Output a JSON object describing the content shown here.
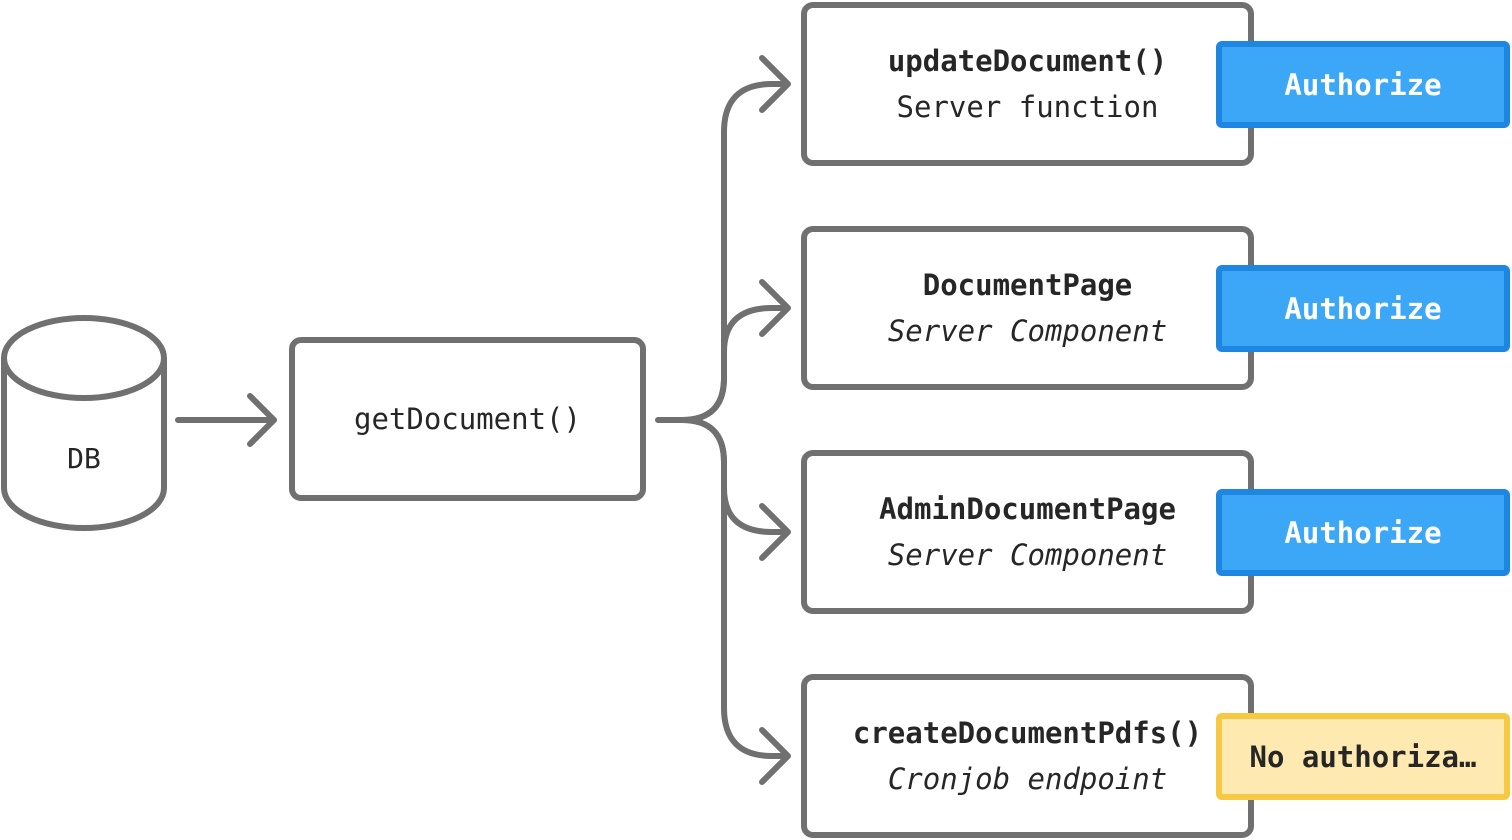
{
  "database": {
    "label": "DB"
  },
  "source_function": {
    "label": "getDocument()"
  },
  "consumers": [
    {
      "name": "updateDocument()",
      "kind": "Server function",
      "status": "Authorize"
    },
    {
      "name": "DocumentPage",
      "kind": "Server Component",
      "status": "Authorize"
    },
    {
      "name": "AdminDocumentPage",
      "kind": "Server Component",
      "status": "Authorize"
    },
    {
      "name": "createDocumentPdfs()",
      "kind": "Cronjob endpoint",
      "status": "No authoriza…"
    }
  ],
  "colors": {
    "line": "#707070",
    "authorize_fill": "#3ba7f6",
    "authorize_border": "#1d86e0",
    "warning_fill": "#feeab0",
    "warning_border": "#f7c841",
    "text": "#262626"
  }
}
